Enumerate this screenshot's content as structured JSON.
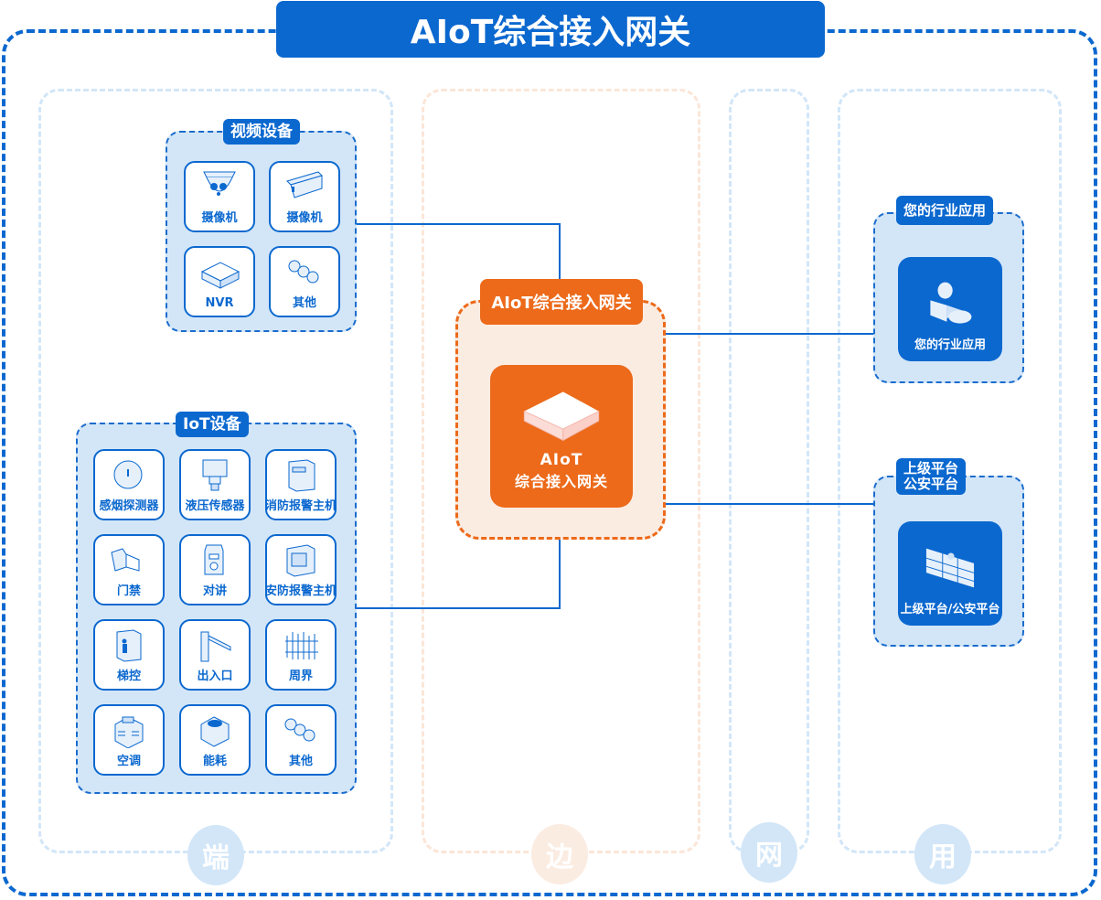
{
  "title": "AIoT综合接入网关",
  "lanes": [
    {
      "id": "end",
      "label": "端",
      "color": "#d2e6f8"
    },
    {
      "id": "edge",
      "label": "边",
      "color": "#fbece2"
    },
    {
      "id": "network",
      "label": "网",
      "color": "#d2e6f8"
    },
    {
      "id": "app",
      "label": "用",
      "color": "#d2e6f8"
    }
  ],
  "video_group": {
    "label": "视频设备",
    "items": [
      {
        "label": "摄像机",
        "icon": "dome-camera-icon"
      },
      {
        "label": "摄像机",
        "icon": "bullet-camera-icon"
      },
      {
        "label": "NVR",
        "icon": "nvr-icon"
      },
      {
        "label": "其他",
        "icon": "others-icon"
      }
    ]
  },
  "iot_group": {
    "label": "IoT设备",
    "items": [
      {
        "label": "感烟探测器",
        "icon": "smoke-detector-icon"
      },
      {
        "label": "液压传感器",
        "icon": "pressure-sensor-icon"
      },
      {
        "label": "消防报警主机",
        "icon": "fire-alarm-host-icon"
      },
      {
        "label": "门禁",
        "icon": "access-control-icon"
      },
      {
        "label": "对讲",
        "icon": "intercom-icon"
      },
      {
        "label": "安防报警主机",
        "icon": "security-alarm-host-icon"
      },
      {
        "label": "梯控",
        "icon": "elevator-control-icon"
      },
      {
        "label": "出入口",
        "icon": "barrier-gate-icon"
      },
      {
        "label": "周界",
        "icon": "perimeter-fence-icon"
      },
      {
        "label": "空调",
        "icon": "air-conditioner-icon"
      },
      {
        "label": "能耗",
        "icon": "energy-meter-icon"
      },
      {
        "label": "其他",
        "icon": "others-icon"
      }
    ]
  },
  "gateway": {
    "label": "AIoT综合接入网关",
    "card_line1": "AIoT",
    "card_line2": "综合接入网关",
    "color": "#ec6a1a"
  },
  "apps": [
    {
      "label": "您的行业应用",
      "card_label": "您的行业应用",
      "icon": "user-cloud-icon"
    },
    {
      "label": "上级平台\n公安平台",
      "label_line1": "上级平台",
      "label_line2": "公安平台",
      "card_label": "上级平台/公安平台",
      "icon": "video-wall-icon"
    }
  ],
  "colors": {
    "primary": "#0b68cf",
    "accent": "#ec6a1a",
    "light_blue": "#d3e6f8",
    "light_orange": "#fbece2"
  }
}
